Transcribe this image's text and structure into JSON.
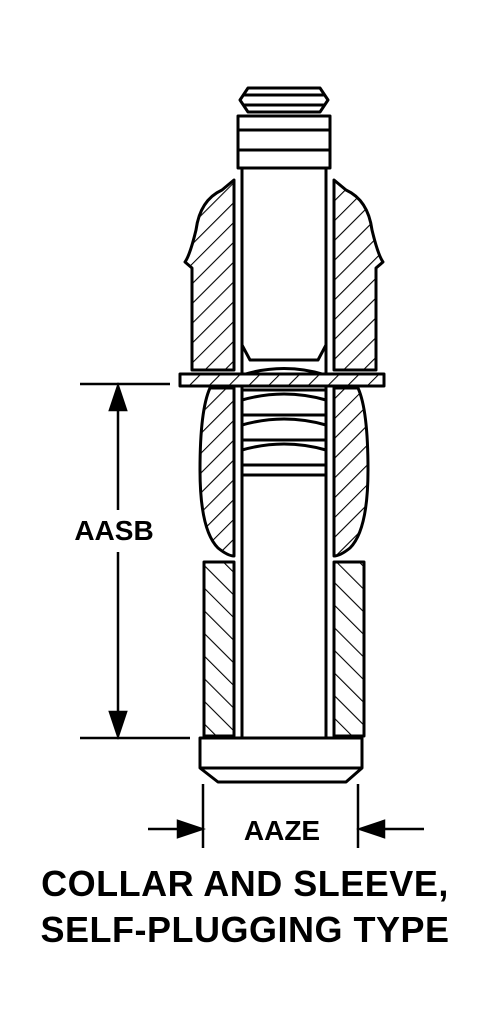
{
  "dimensions": {
    "height_label": "AASB",
    "width_label": "AAZE"
  },
  "caption": {
    "line1": "COLLAR AND SLEEVE,",
    "line2": "SELF-PLUGGING TYPE"
  },
  "colors": {
    "ink": "#000000",
    "background": "#ffffff"
  }
}
